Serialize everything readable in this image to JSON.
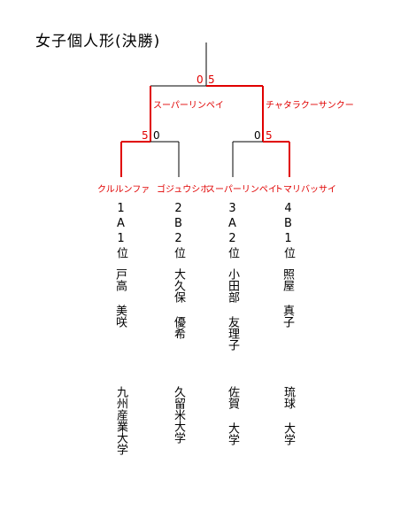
{
  "title": "女子個人形(決勝)",
  "colors": {
    "win": "#e00000",
    "line": "#000000"
  },
  "final": {
    "score_left": "0",
    "score_right": "5",
    "left_winner": "スーパーリンペイ",
    "right_winner": "チャタラクーサンクー"
  },
  "semi_left": {
    "score_left": "5",
    "score_right": "0"
  },
  "semi_right": {
    "score_left": "0",
    "score_right": "5"
  },
  "players": [
    {
      "kata": "クルルンファ",
      "seed": "1",
      "pool": "A",
      "rank": "1",
      "pos": "位",
      "name": "戸高 美咲",
      "school": "九州産業大学"
    },
    {
      "kata": "ゴジュウシホ",
      "seed": "2",
      "pool": "B",
      "rank": "2",
      "pos": "位",
      "name": "大久保 優希",
      "school": "久留米大学"
    },
    {
      "kata": "スーパーリンペイ",
      "seed": "3",
      "pool": "A",
      "rank": "2",
      "pos": "位",
      "name": "小田部 友理子",
      "school": "佐賀 大学"
    },
    {
      "kata": "トマリバッサイ",
      "seed": "4",
      "pool": "B",
      "rank": "1",
      "pos": "位",
      "name": "照屋 真子",
      "school": "琉球 大学"
    }
  ]
}
